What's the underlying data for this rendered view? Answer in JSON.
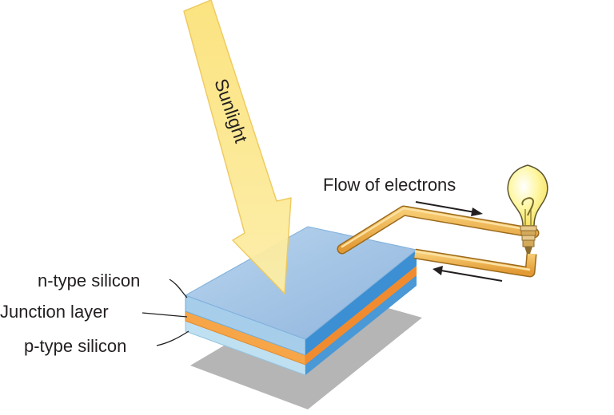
{
  "labels": {
    "sunlight": "Sunlight",
    "flow": "Flow of electrons",
    "n_type": "n-type silicon",
    "junction": "Junction layer",
    "p_type": "p-type silicon"
  },
  "colors": {
    "sunlight_fill": "#fbe68c",
    "sunlight_stroke": "#f1c95a",
    "n_layer_top": "#a9c8e6",
    "n_layer_edge": "#5b9fd6",
    "junction_layer": "#f7a24a",
    "p_layer": "#c8e2f2",
    "wire_fill": "#f0b64a",
    "wire_edge": "#b97c1e",
    "bulb_glass": "#fdf48a",
    "shadow": "#b3b3b3"
  }
}
